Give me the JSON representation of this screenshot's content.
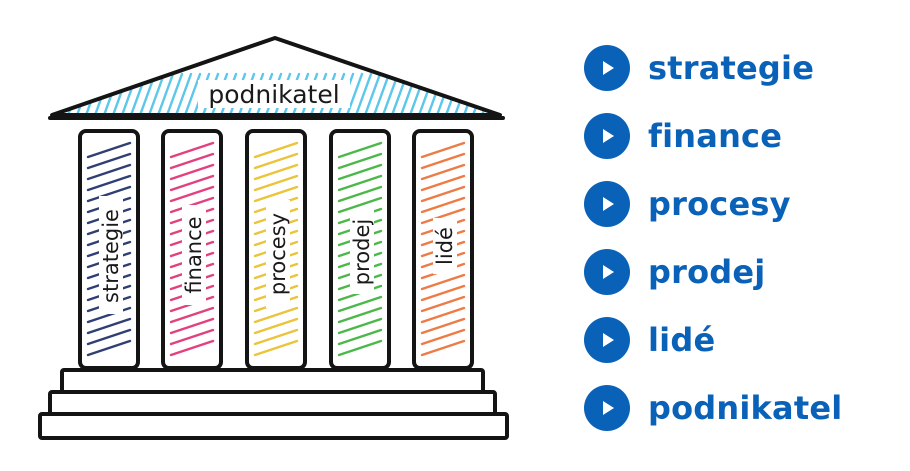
{
  "diagram": {
    "roof_label": "podnikatel",
    "pillars": [
      {
        "label": "strategie",
        "color": "#2f3f74"
      },
      {
        "label": "finance",
        "color": "#e2407f"
      },
      {
        "label": "procesy",
        "color": "#ecc43a"
      },
      {
        "label": "prodej",
        "color": "#4cb84a"
      },
      {
        "label": "lidé",
        "color": "#ee7b45"
      }
    ],
    "roof_hatch_color": "#5bc7ea"
  },
  "bullets": {
    "accent_color": "#0a62b8",
    "icon": "play-icon",
    "items": [
      {
        "label": "strategie"
      },
      {
        "label": "finance"
      },
      {
        "label": "procesy"
      },
      {
        "label": "prodej"
      },
      {
        "label": "lidé"
      },
      {
        "label": "podnikatel"
      }
    ]
  }
}
